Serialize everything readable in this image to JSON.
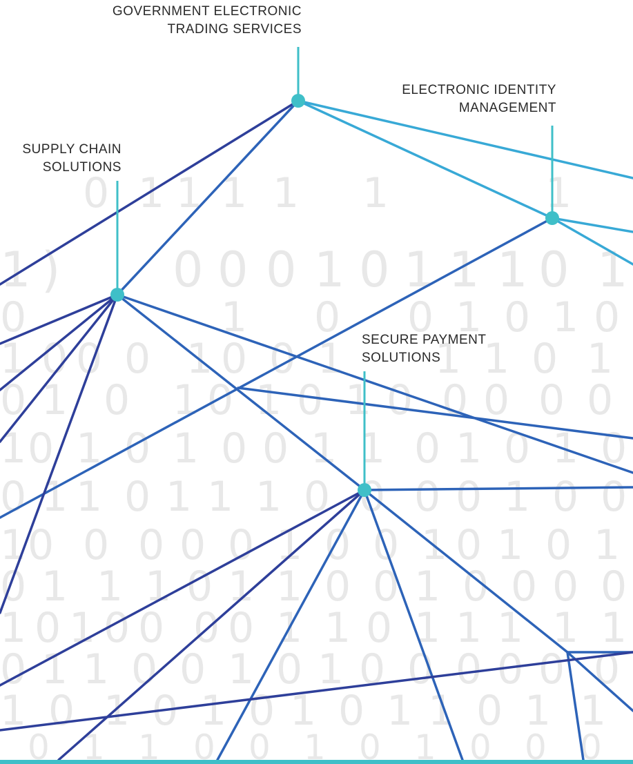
{
  "colors": {
    "line_dark": "#2e3f9a",
    "line_mid": "#2d63b8",
    "line_light": "#38a9d6",
    "connector": "#3fbfc8",
    "node": "#3fbfc8",
    "bottom_bar": "#3fbfc8",
    "label_text": "#2a2a2a",
    "background_digits": "#e8e8e8"
  },
  "nodes": {
    "government": {
      "line1": "GOVERNMENT ELECTRONIC",
      "line2": "TRADING SERVICES"
    },
    "identity": {
      "line1": "ELECTRONIC IDENTITY",
      "line2": "MANAGEMENT"
    },
    "supply": {
      "line1": "SUPPLY CHAIN",
      "line2": "SOLUTIONS"
    },
    "payment": {
      "line1": "SECURE PAYMENT",
      "line2": "SOLUTIONS"
    }
  }
}
